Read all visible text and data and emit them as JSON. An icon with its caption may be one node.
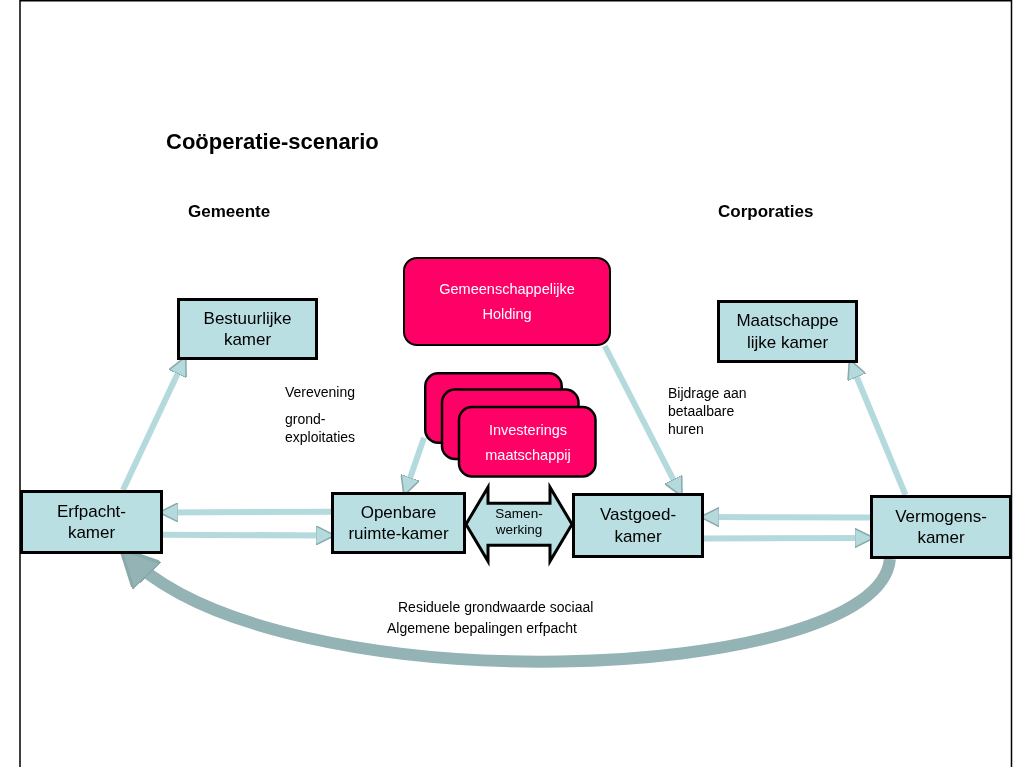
{
  "diagram": {
    "title": "Coöperatie-scenario",
    "nodes": [
      {
        "text": [
          "Bestuurlijke kamer"
        ]
      },
      {
        "text": [
          "Maatschappe lijke kamer"
        ]
      },
      {
        "text": [
          "Gemeenschappelijke Holding"
        ]
      },
      {
        "text": [
          "Investerings maatschappij"
        ]
      },
      {
        "text": [
          "Erfpacht-kamer"
        ]
      },
      {
        "text": [
          "Openbare ruimte-kamer"
        ]
      },
      {
        "text": [
          "Vastgoed-kamer"
        ]
      },
      {
        "text": [
          "Vermogens-kamer"
        ]
      }
    ],
    "edges": [
      {
        "from": 4,
        "to": 0,
        "arrow": "to"
      },
      {
        "from": 5,
        "to": 4,
        "arrow": "to"
      },
      {
        "from": 4,
        "to": 5,
        "arrow": "to"
      },
      {
        "from": 7,
        "to": 6,
        "arrow": "to"
      },
      {
        "from": 6,
        "to": 7,
        "arrow": "to"
      },
      {
        "from": 7,
        "to": 1,
        "arrow": "to"
      },
      {
        "from": 3,
        "to": 5,
        "arrow": "to"
      },
      {
        "from": 2,
        "to": 6,
        "arrow": "to"
      },
      {
        "from": 7,
        "to": 4,
        "arrow": "to",
        "style": "thick",
        "color": "#93b3b5"
      },
      {
        "from": 5,
        "to": 6,
        "arrow": "both",
        "label": "Samen- werking",
        "style": "thick",
        "color": "#000000"
      }
    ],
    "labels": [
      "Gemeente",
      "Corporaties",
      "Verevening",
      "grond- exploitaties",
      "Bijdrage aan betaalbare huren",
      "Residuele grondwaarde sociaal",
      "Algemene bepalingen erfpacht"
    ]
  }
}
